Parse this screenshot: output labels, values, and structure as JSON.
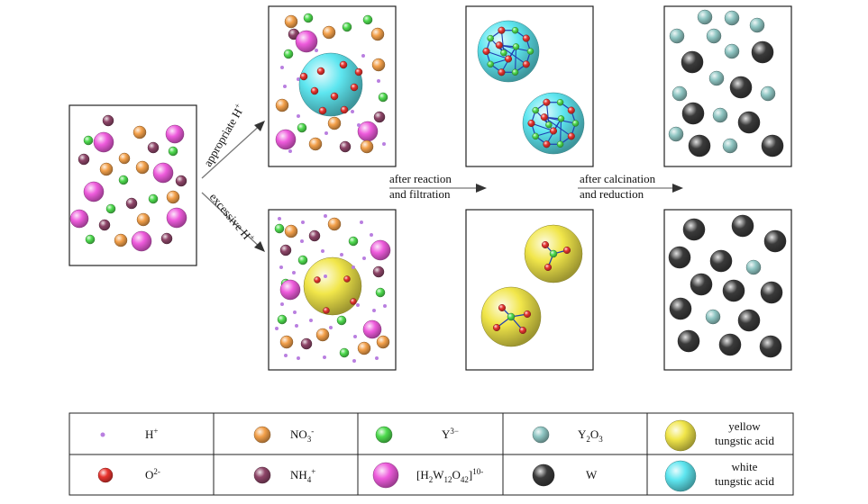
{
  "arrows": {
    "appropriate": "appropriate H",
    "excessive": "excessive H",
    "h_superscript": "+",
    "reaction_line1": "after reaction",
    "reaction_line2": "and filtration",
    "calcination_line1": "after calcination",
    "calcination_line2": "and reduction"
  },
  "legend": {
    "h_plus": {
      "base": "H",
      "sup": "+"
    },
    "no3": {
      "base": "NO",
      "sub": "3",
      "sup": "-"
    },
    "y3": {
      "base": "Y",
      "sup": "3−"
    },
    "y2o3": {
      "p1": "Y",
      "s1": "2",
      "p2": "O",
      "s2": "3"
    },
    "yellow_line1": "yellow",
    "yellow_line2": "tungstic acid",
    "o2": {
      "base": "O",
      "sup": "2-"
    },
    "nh4": {
      "base": "NH",
      "sub": "4",
      "sup": "+"
    },
    "tungstate": {
      "p1": "[H",
      "s1": "2",
      "p2": "W",
      "s2": "12",
      "p3": "O",
      "s3": "42",
      "p4": "]",
      "sup": "10-"
    },
    "w": "W",
    "white_line1": "white",
    "white_line2": "tungstic acid"
  },
  "colors": {
    "h_plus": "#b97fe0",
    "nitrate": "#f3a04a",
    "yttrium_ion": "#4fdc4f",
    "y2o3": "#8fc6c3",
    "yellow_acid": "#f1e64a",
    "oxygen": "#e8342f",
    "ammonium": "#8e4568",
    "tungstate": "#ee5bdc",
    "tungsten": "#3a3a3a",
    "white_acid": "#5ee6f0"
  }
}
